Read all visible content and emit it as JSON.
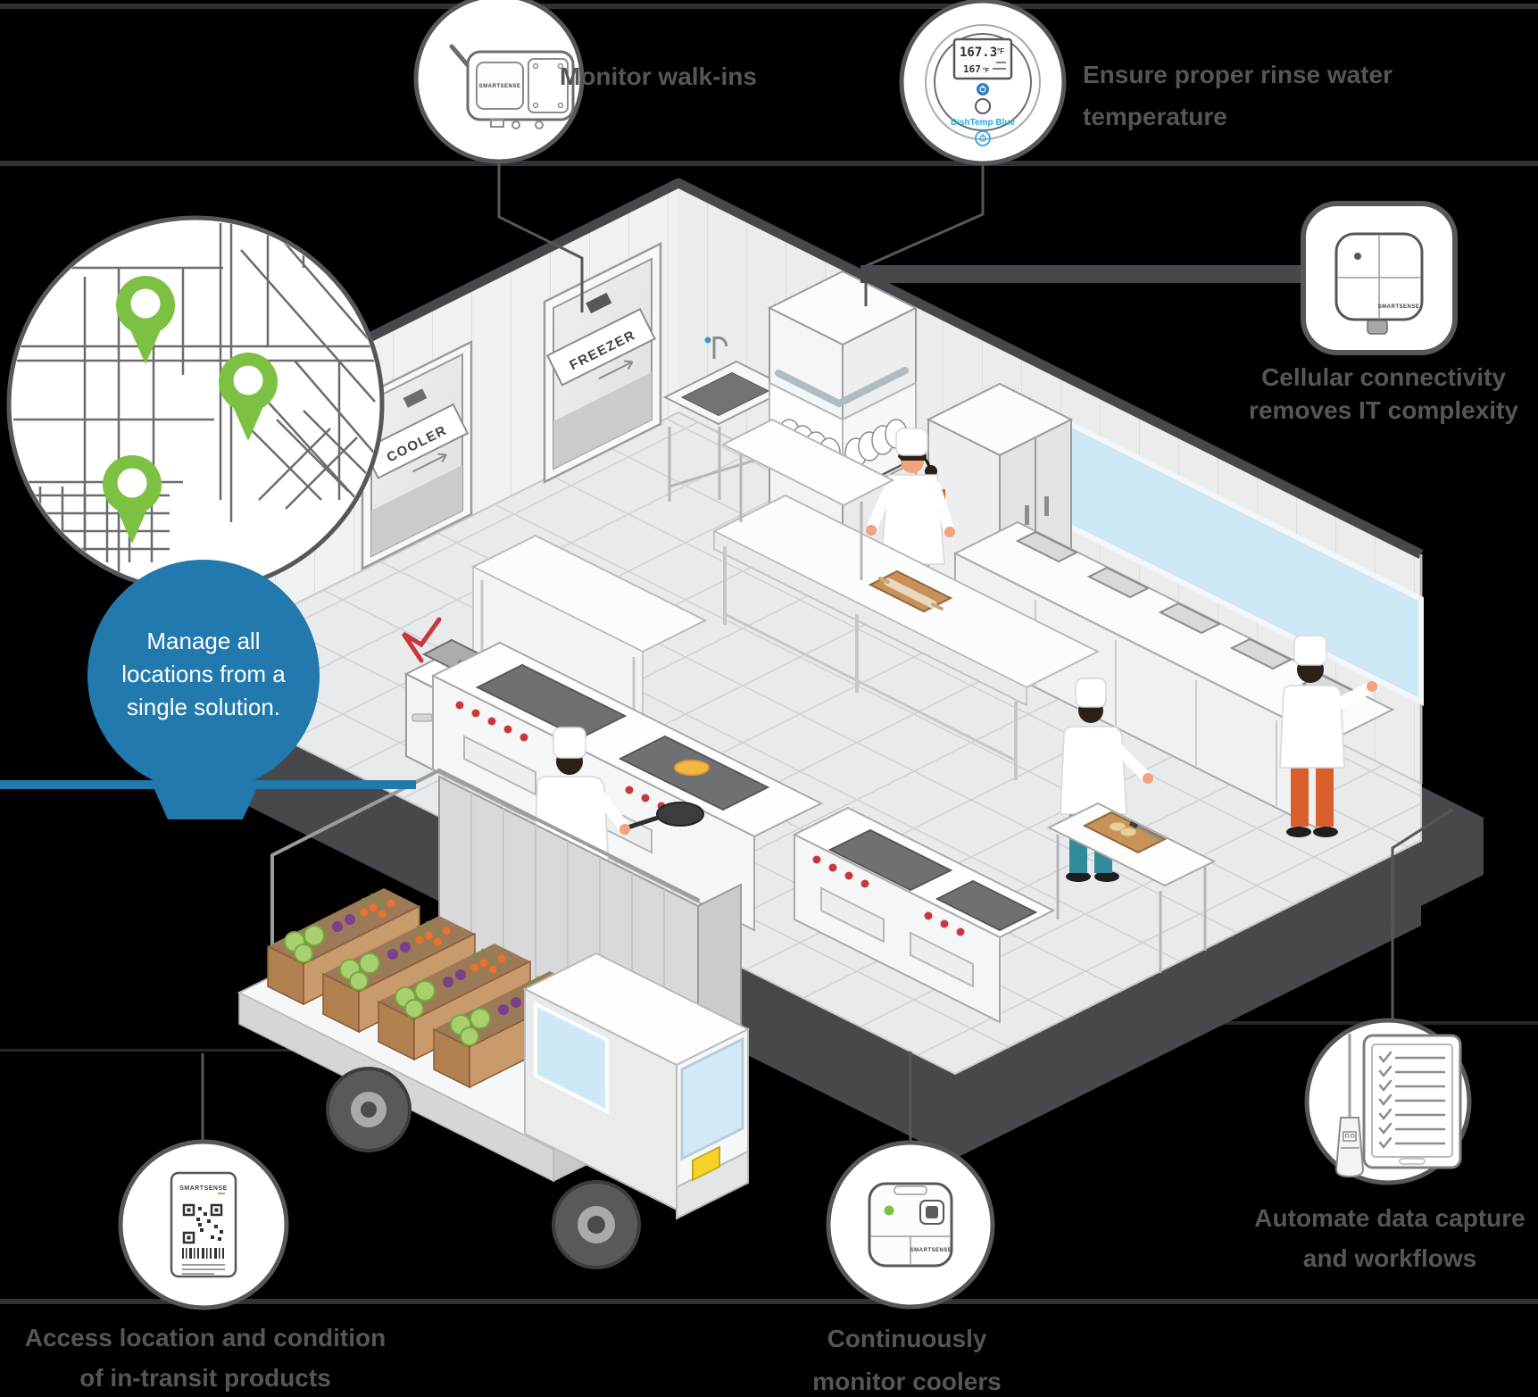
{
  "scene": {
    "background": "#000000",
    "accent_blue": "#2179ad",
    "pin_green": "#7cc142",
    "label_color": "#55565a"
  },
  "callouts": {
    "monitor_walkins": {
      "label": "Monitor walk-ins",
      "device_brand": "SMARTSENSE"
    },
    "rinse_water": {
      "lines": [
        "Ensure proper rinse water",
        "temperature"
      ],
      "device": {
        "reading_top": "167.3",
        "unit_top": "°F",
        "reading_bottom": "167",
        "unit_bottom": "°F",
        "name": "DishTemp Blue"
      }
    },
    "cellular": {
      "lines": [
        "Cellular connectivity",
        "removes IT complexity"
      ],
      "device_brand": "SMARTSENSE"
    },
    "manage_locations": {
      "lines": [
        "Manage all",
        "locations from a",
        "single solution."
      ]
    },
    "in_transit": {
      "lines": [
        "Access location and condition",
        "of in-transit products"
      ],
      "label_brand": "SMARTSENSE"
    },
    "monitor_coolers": {
      "lines": [
        "Continuously",
        "monitor coolers"
      ],
      "device_brand": "SMARTSENSE"
    },
    "automate": {
      "lines": [
        "Automate data capture",
        "and workflows"
      ]
    }
  },
  "kitchen": {
    "freezer_sign": "FREEZER",
    "cooler_sign": "COOLER"
  }
}
